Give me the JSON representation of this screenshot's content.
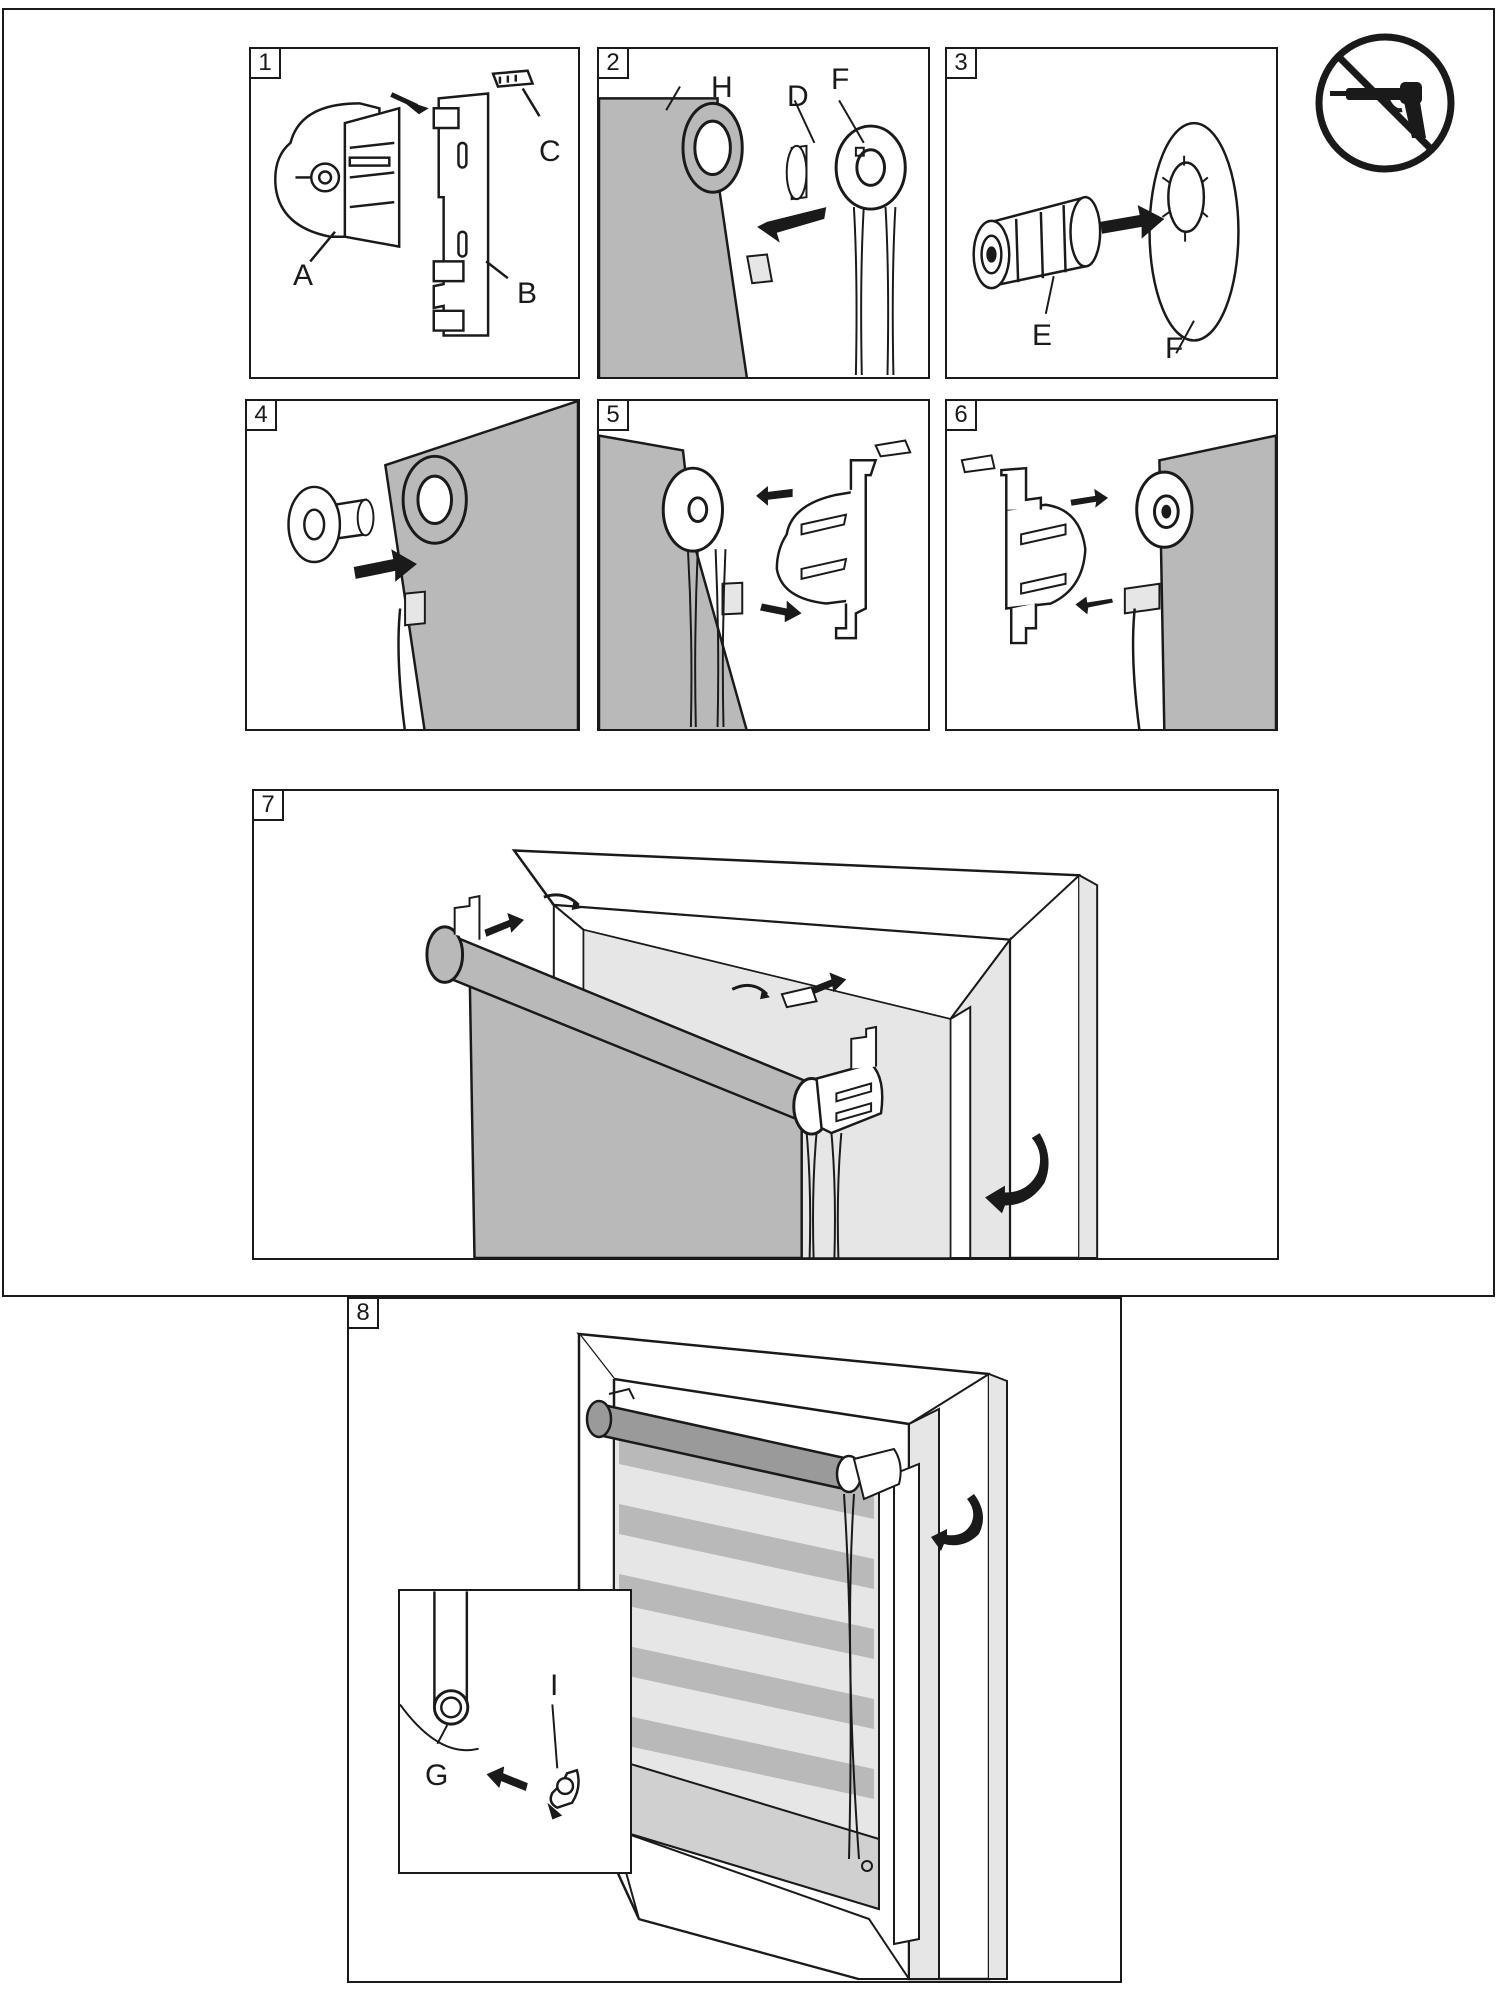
{
  "steps": [
    {
      "number": "1",
      "labels": {
        "a": "A",
        "b": "B",
        "c": "C"
      }
    },
    {
      "number": "2",
      "labels": {
        "h": "H",
        "d": "D",
        "f": "F"
      }
    },
    {
      "number": "3",
      "labels": {
        "e": "E",
        "f": "F"
      }
    },
    {
      "number": "4"
    },
    {
      "number": "5"
    },
    {
      "number": "6"
    },
    {
      "number": "7"
    },
    {
      "number": "8",
      "labels": {
        "g": "G",
        "i": "I"
      }
    }
  ],
  "icons": {
    "warning": "no-glue-gun-icon"
  },
  "colors": {
    "line": "#1a1a1a",
    "fabric": "#b9b9b9",
    "light": "#e6e6e6"
  }
}
